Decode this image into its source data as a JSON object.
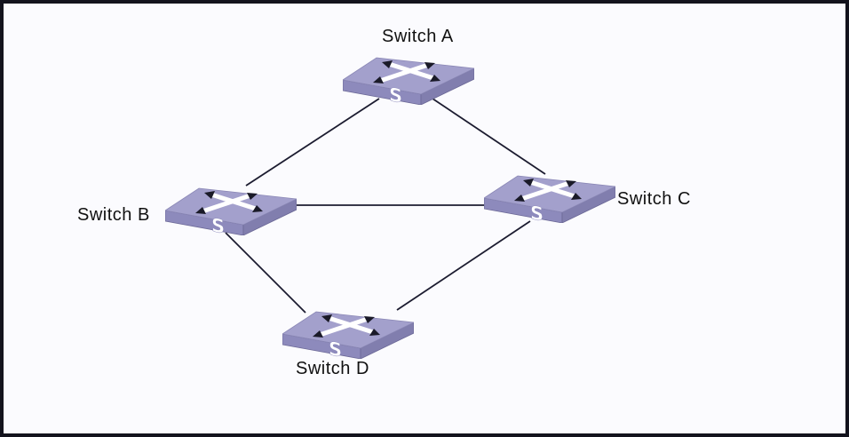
{
  "diagram": {
    "type": "network-topology",
    "nodes": [
      {
        "id": "switch-a",
        "label": "Switch A",
        "device": "ethernet-switch",
        "label_position": "top"
      },
      {
        "id": "switch-b",
        "label": "Switch B",
        "device": "ethernet-switch",
        "label_position": "left"
      },
      {
        "id": "switch-c",
        "label": "Switch C",
        "device": "ethernet-switch",
        "label_position": "right"
      },
      {
        "id": "switch-d",
        "label": "Switch D",
        "device": "ethernet-switch",
        "label_position": "bottom"
      }
    ],
    "links": [
      {
        "from": "Switch A",
        "to": "Switch B"
      },
      {
        "from": "Switch A",
        "to": "Switch C"
      },
      {
        "from": "Switch B",
        "to": "Switch C"
      },
      {
        "from": "Switch B",
        "to": "Switch D"
      },
      {
        "from": "Switch C",
        "to": "Switch D"
      }
    ],
    "colors": {
      "switch_top": "#a3a0cc",
      "switch_front": "#8d8abc",
      "switch_side": "#817eae",
      "switch_edge": "#6b6896",
      "link_line": "#1c1c30",
      "frame_border": "#13131d",
      "background": "#fbfbfe",
      "label_text": "#111111"
    }
  }
}
